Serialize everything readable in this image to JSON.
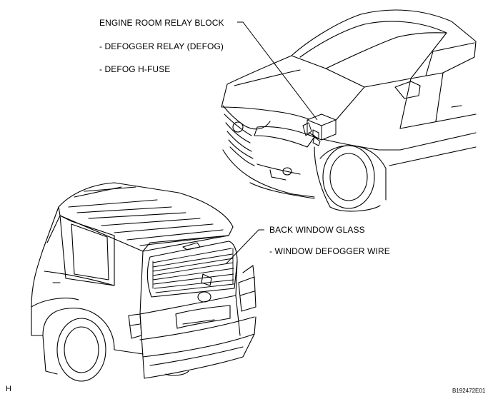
{
  "callouts": {
    "engine_room": {
      "title": "ENGINE ROOM RELAY BLOCK",
      "items": [
        "- DEFOGGER RELAY (DEFOG)",
        "- DEFOG H-FUSE"
      ]
    },
    "back_window": {
      "title": "BACK WINDOW GLASS",
      "items": [
        "- WINDOW DEFOGGER WIRE"
      ]
    }
  },
  "corner_letter": "H",
  "figure_id": "B192472E01",
  "colors": {
    "line": "#000000",
    "background": "#ffffff"
  }
}
